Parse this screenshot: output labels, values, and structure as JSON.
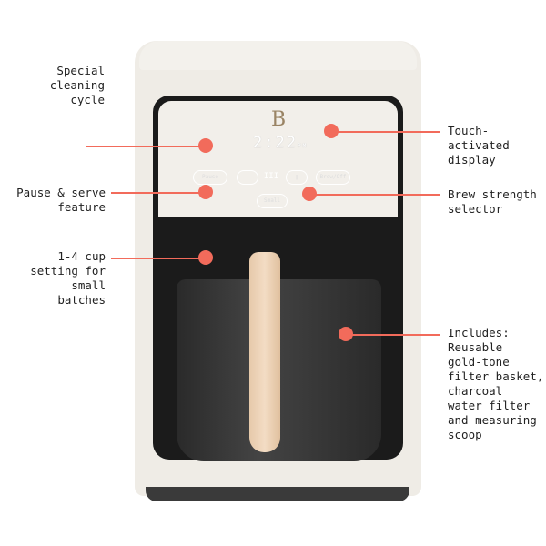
{
  "callouts": {
    "special_cleaning": "Special\ncleaning\ncycle",
    "pause_serve": "Pause & serve\nfeature",
    "cup_setting": "1-4 cup\nsetting for\nsmall\nbatches",
    "touch_display": "Touch-\nactivated\ndisplay",
    "brew_strength": "Brew strength\nselector",
    "includes": "Includes:\nReusable\ngold-tone\nfilter basket,\ncharcoal\nwater filter\nand measuring\nscoop"
  },
  "display": {
    "logo": "B",
    "time": "2:22",
    "ampm": "PM"
  },
  "buttons": {
    "left": "Pause",
    "minus": "−",
    "strength": "III",
    "plus": "+",
    "right": "Brew/Off",
    "bottom": "Small"
  },
  "colors": {
    "callout": "#f26b5b",
    "body": "#efece6",
    "handle": "#f0d5b8"
  }
}
